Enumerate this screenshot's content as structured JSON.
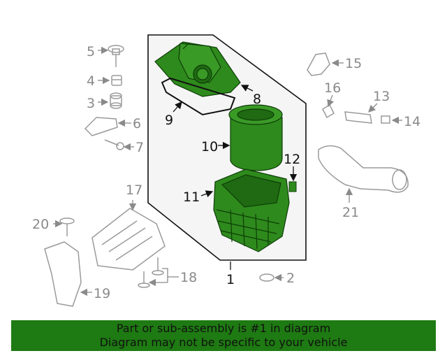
{
  "callouts": {
    "c1": "1",
    "c2": "2",
    "c3": "3",
    "c4": "4",
    "c5": "5",
    "c6": "6",
    "c7": "7",
    "c8": "8",
    "c9": "9",
    "c10": "10",
    "c11": "11",
    "c12": "12",
    "c13": "13",
    "c14": "14",
    "c15": "15",
    "c16": "16",
    "c17": "17",
    "c18": "18",
    "c19": "19",
    "c20": "20",
    "c21": "21"
  },
  "banner": {
    "line1": "Part or sub-assembly is #1 in diagram",
    "line2": "Diagram may not be specific to your vehicle"
  },
  "colors": {
    "highlight": "#1e7a12",
    "part_fill": "#2e8a1c",
    "gray_part": "#9a9a9a",
    "assembly_bg": "#f5f5f5"
  }
}
